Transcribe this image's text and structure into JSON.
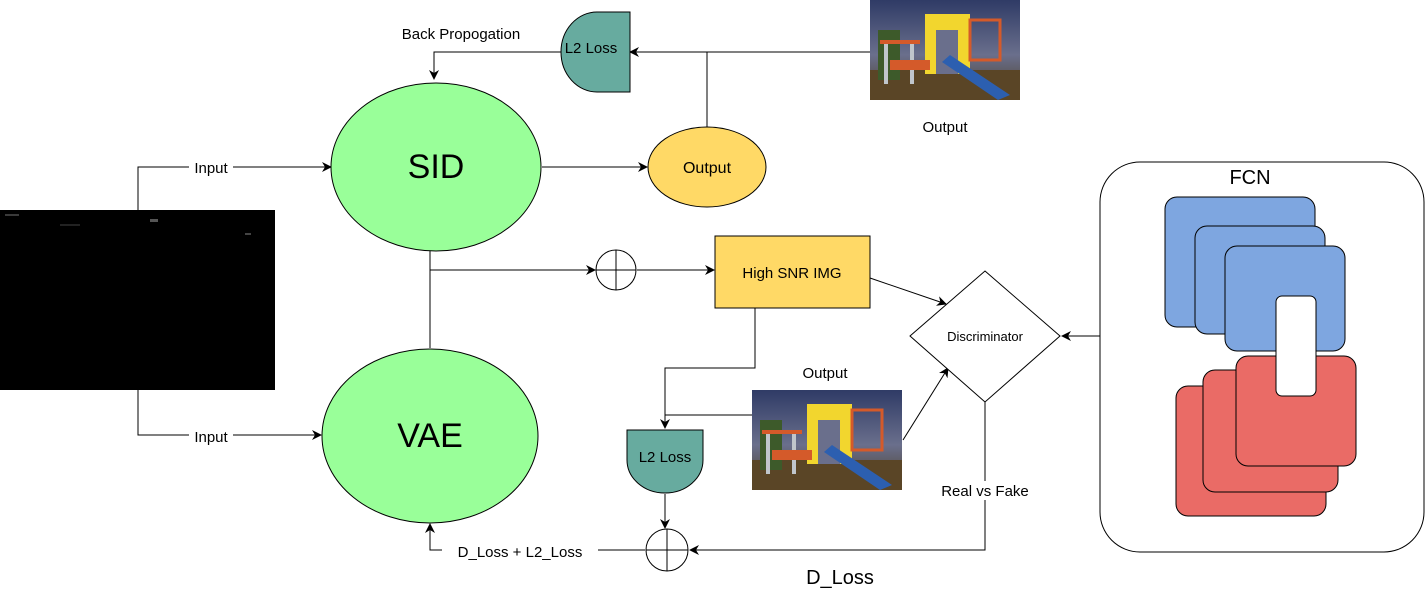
{
  "nodes": {
    "sid": "SID",
    "vae": "VAE",
    "output_ellipse": "Output",
    "high_snr": "High SNR IMG",
    "discriminator": "Discriminator",
    "l2_loss_top": "L2 Loss",
    "l2_loss_bottom": "L2 Loss",
    "fcn": "FCN"
  },
  "edge_labels": {
    "back_propagation": "Back Propogation",
    "input_top": "Input",
    "input_bottom": "Input",
    "output_top_image": "Output",
    "output_mid_image": "Output",
    "real_vs_fake": "Real vs Fake",
    "d_loss_l2_loss": "D_Loss + L2_Loss",
    "d_loss": "D_Loss"
  },
  "colors": {
    "ellipse_green": "#99ff99",
    "output_yellow": "#ffd966",
    "loss_teal": "#67ab9f",
    "fcn_blue": "#7ea6e0",
    "fcn_red": "#ea6b66"
  }
}
